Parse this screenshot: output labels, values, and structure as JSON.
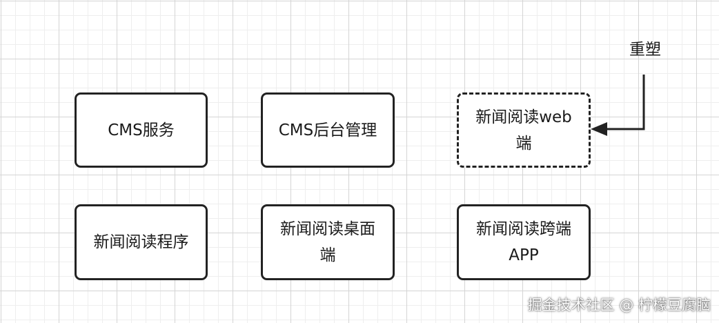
{
  "nodes": {
    "cms_service": "CMS服务",
    "cms_admin": "CMS后台管理",
    "web_client": "新闻阅读web端",
    "mini_program": "新闻阅读程序",
    "desktop_client": "新闻阅读桌面端",
    "cross_platform_app": "新闻阅读跨端APP"
  },
  "annotation": {
    "label": "重塑"
  },
  "watermark": "掘金技术社区 @ 柠檬豆腐脑"
}
